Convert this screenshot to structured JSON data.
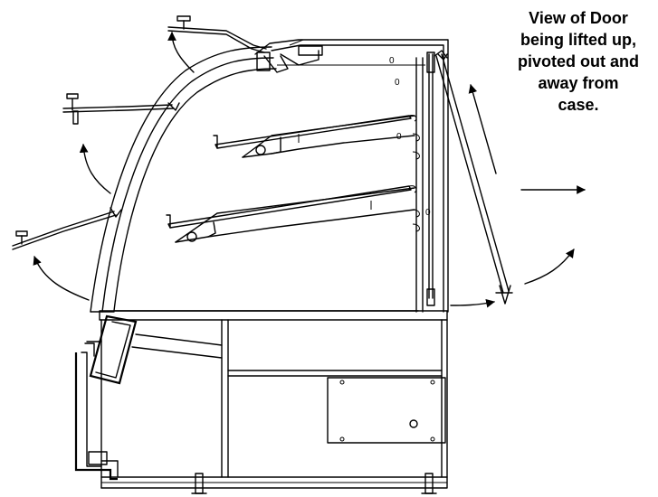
{
  "caption": {
    "lines": [
      "View of Door",
      "being lifted up,",
      "pivoted out and",
      "away from",
      "case."
    ]
  },
  "labels": {
    "mark_o": "0"
  }
}
